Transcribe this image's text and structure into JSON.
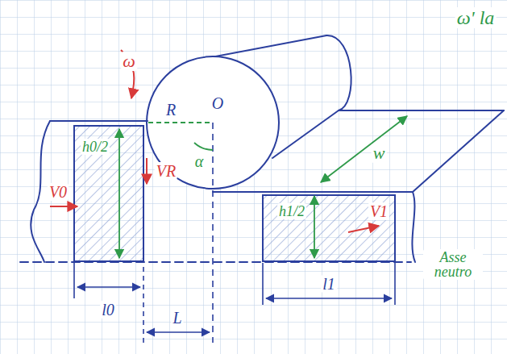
{
  "diagram": {
    "labels": [
      "ω' la",
      "ω",
      "R",
      "O",
      "α",
      "h0/2",
      "V0",
      "VR",
      "w",
      "h1/2",
      "V1",
      "l0",
      "L",
      "l1",
      "Asse neutro"
    ]
  }
}
